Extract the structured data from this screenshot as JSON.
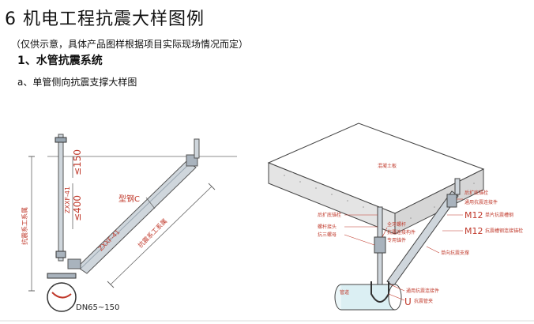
{
  "page": {
    "title": "6  机电工程抗震大样图例",
    "note": "（仅供示意，具体产品图样根据项目实际现场情况而定）",
    "section": "1、水管抗震系统",
    "subsection": "a、单管侧向抗震支撑大样图"
  },
  "left_drawing": {
    "label_channel": "型钢C",
    "label_dim_150": "≤150",
    "label_dim_400": "≤400",
    "label_vertical_code": "ZXXF-41",
    "label_vertical_member": "抗震系工系属",
    "label_diag_code": "ZXXF-41",
    "label_diag_member": "抗震系工系属",
    "label_pipe": "DN65~150"
  },
  "right_drawing": {
    "label_slab": "混凝土板",
    "label_rod_1": "后扩底锚栓",
    "label_rod_2": "螺杆接头",
    "label_rod_3": "抗三螺母",
    "label_mid_1": "全牙螺杆",
    "label_mid_2": "抗震连接构件",
    "label_mid_3": "专用锚件",
    "label_top_r1": "后扩底锚栓",
    "label_top_r2": "通用抗震连接件",
    "label_m12a": "M12",
    "label_m12a_txt": "单片抗震槽钢",
    "label_m12b": "M12",
    "label_m12b_txt": "抗震槽钢连接锚栓",
    "label_brace": "单向抗震支撑",
    "label_pipe": "管道",
    "label_bot_1": "通用抗震连接件",
    "label_u": "U",
    "label_bot_2": "抗震管夹"
  }
}
